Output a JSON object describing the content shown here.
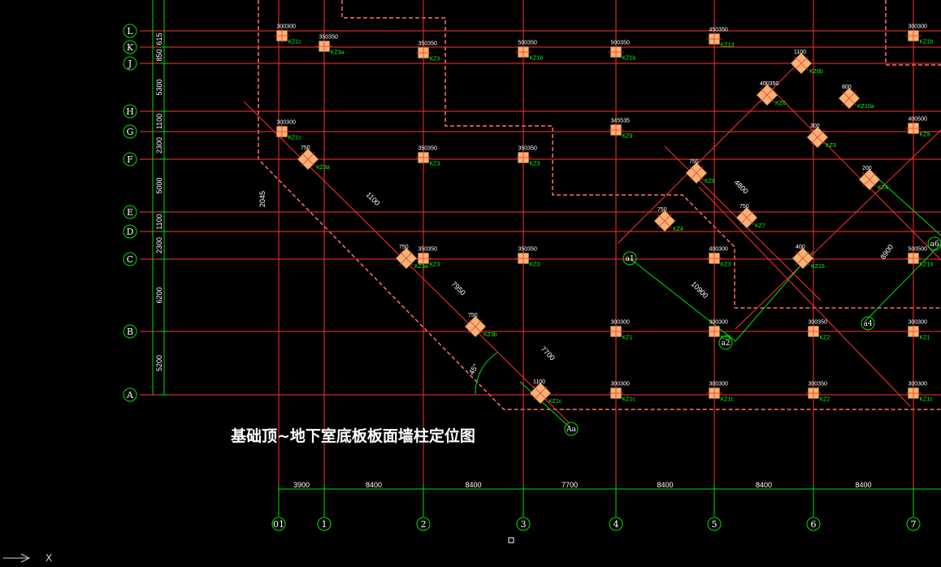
{
  "drawing": {
    "title": "基础顶~地下室底板板面墙柱定位图",
    "colors": {
      "background": "#000000",
      "grid_line": "#ff3030",
      "dim_line": "#00e000",
      "dim_text": "#ffffff",
      "wall_outline": "#ff6e6e",
      "column_fill": "#f2b374",
      "column_label": "#00ff00",
      "bubble": "#00e000"
    },
    "row_axes": [
      "A",
      "B",
      "C",
      "D",
      "E",
      "F",
      "G",
      "H",
      "J",
      "K",
      "L"
    ],
    "row_spacings": [
      "5200",
      "6200",
      "2300",
      "1100",
      "5000",
      "2300",
      "1100",
      "5300",
      "850",
      "615"
    ],
    "col_axes": [
      "01",
      "1",
      "2",
      "3",
      "4",
      "5",
      "6",
      "7"
    ],
    "col_spacings": [
      "3900",
      "8400",
      "8400",
      "7700",
      "8400",
      "8400",
      "8400"
    ],
    "diagonal_axes": [
      "a1",
      "a2",
      "a4",
      "a6",
      "Aa"
    ],
    "angle_label": "45°",
    "dims_misc": [
      "1100",
      "7950",
      "7700",
      "2045",
      "10900",
      "8900",
      "4800"
    ],
    "columns": [
      {
        "label": "KZ1c",
        "size": "300300"
      },
      {
        "label": "KZ1c",
        "size": "300300"
      },
      {
        "label": "KZ3a",
        "size": "350350"
      },
      {
        "label": "KZ3",
        "size": "350350"
      },
      {
        "label": "KZ3",
        "size": "350350"
      },
      {
        "label": "KZ1b",
        "size": "500350"
      },
      {
        "label": "KZ1b",
        "size": "500350"
      },
      {
        "label": "KZ13",
        "size": "450350"
      },
      {
        "label": "KZ1b",
        "size": "300300"
      },
      {
        "label": "KZ9",
        "size": "345535"
      },
      {
        "label": "KZ3",
        "size": "350350"
      },
      {
        "label": "KZ9",
        "size": "400500"
      },
      {
        "label": "KZ3",
        "size": "350350"
      },
      {
        "label": "KZ3",
        "size": "350350"
      },
      {
        "label": "KZ3",
        "size": "400300"
      },
      {
        "label": "KZ14",
        "size": "500500"
      },
      {
        "label": "KZ1",
        "size": "300300"
      },
      {
        "label": "KZ1",
        "size": "300300"
      },
      {
        "label": "KZ2",
        "size": "300350"
      },
      {
        "label": "KZ1",
        "size": "300300"
      },
      {
        "label": "KZ1c",
        "size": "300300"
      },
      {
        "label": "KZ1c",
        "size": "300300"
      },
      {
        "label": "KZ2",
        "size": "300350"
      },
      {
        "label": "KZ1c",
        "size": "300300"
      },
      {
        "label": "KZ1c",
        "size": "1100"
      },
      {
        "label": "KZ3a",
        "size": "750"
      },
      {
        "label": "KZ3b",
        "size": "750"
      },
      {
        "label": "KZ3a",
        "size": "750"
      },
      {
        "label": "KZ6b",
        "size": "1100"
      },
      {
        "label": "KZ6",
        "size": "400350"
      },
      {
        "label": "KZ10a",
        "size": "800"
      },
      {
        "label": "KZ3",
        "size": "300"
      },
      {
        "label": "KZ4",
        "size": "200"
      },
      {
        "label": "KZ8",
        "size": "750"
      },
      {
        "label": "KZ4",
        "size": "750"
      },
      {
        "label": "KZ7",
        "size": "750"
      },
      {
        "label": "KZ15",
        "size": "400"
      }
    ]
  }
}
